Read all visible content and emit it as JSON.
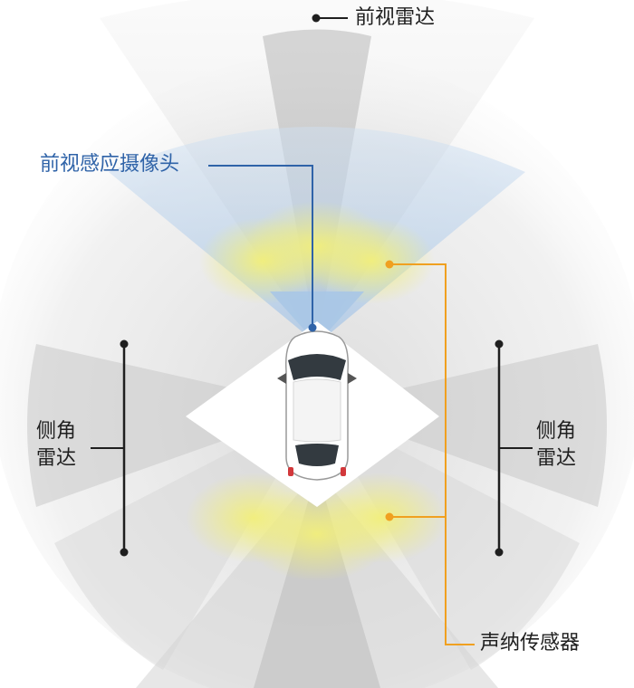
{
  "labels": {
    "front_radar": "前视雷达",
    "front_camera": "前视感应摄像头",
    "side_radar_left_line1": "侧角",
    "side_radar_left_line2": "雷达",
    "side_radar_right_line1": "侧角",
    "side_radar_right_line2": "雷达",
    "sonar_sensors": "声纳传感器"
  },
  "colors": {
    "radar_zone": "#c8c8c8",
    "camera_zone": "#a9c6e6",
    "sonar_zone": "#f2ef7a",
    "camera_accent": "#2f63a8",
    "sonar_accent": "#f0a020",
    "leader_line": "#1f1f1f",
    "car_body": "#ffffff",
    "car_glass": "#333a40"
  }
}
